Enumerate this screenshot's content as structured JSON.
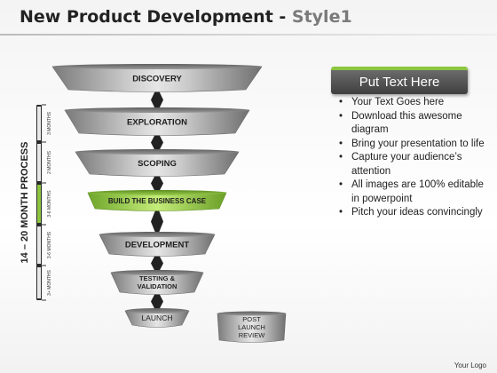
{
  "title": {
    "main": "New Product Development - ",
    "accent": "Style1"
  },
  "funnel_stages": [
    {
      "id": "discovery",
      "lines": [
        "DISCOVERY"
      ]
    },
    {
      "id": "exploration",
      "lines": [
        "EXPLORATION"
      ]
    },
    {
      "id": "scoping",
      "lines": [
        "SCOPING"
      ]
    },
    {
      "id": "build-business-case",
      "lines": [
        "BUILD THE BUSINESS CASE"
      ]
    },
    {
      "id": "development",
      "lines": [
        "DEVELOPMENT"
      ]
    },
    {
      "id": "testing-validation",
      "lines": [
        "TESTING &",
        "VALIDATION"
      ]
    },
    {
      "id": "launch",
      "lines": [
        "LAUNCH"
      ]
    }
  ],
  "post_launch": {
    "lines": [
      "POST",
      "LAUNCH",
      "REVIEW"
    ]
  },
  "timeline": {
    "label": "14 – 20 MONTH PROCESS",
    "segments": [
      "3 MONTHS",
      "2 MONTHS",
      "3-6 MONTHS",
      "3-6 MONTHS",
      "3+ MONTHS"
    ]
  },
  "callout": {
    "heading": "Put Text Here",
    "bullets": [
      "Your Text Goes here",
      "Download this awesome diagram",
      "Bring your presentation to life",
      "Capture your audience’s attention",
      "All images are 100% editable in powerpoint",
      "Pitch your ideas convincingly"
    ]
  },
  "footer": {
    "logo_text": "Your Logo"
  },
  "colors": {
    "stage_gray": "#8c8c8c",
    "stage_highlight": "#8cc63f",
    "diamond": "#222222",
    "callout_accent": "#8cc63f"
  }
}
